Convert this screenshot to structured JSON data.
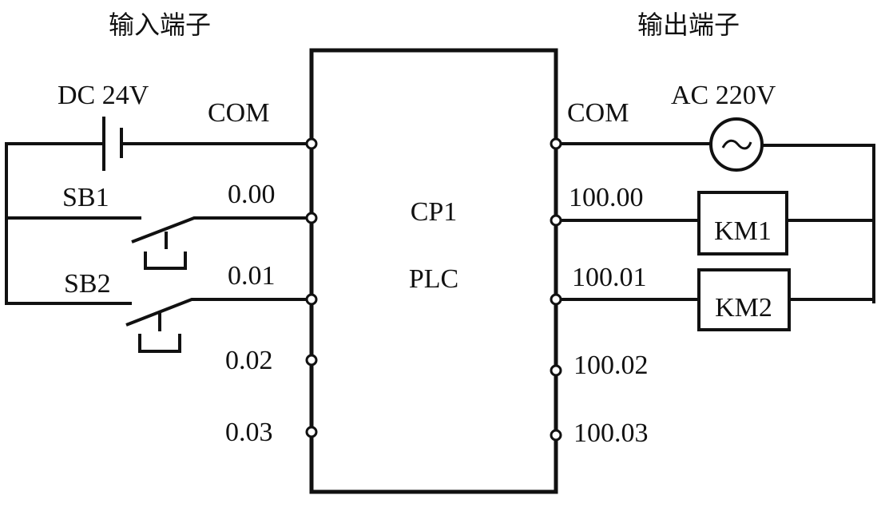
{
  "input_title": "输入端子",
  "output_title": "输出端子",
  "power_dc": "DC 24V",
  "power_ac": "AC 220V",
  "plc": {
    "line1": "CP1",
    "line2": "PLC"
  },
  "inputs": {
    "com": "COM",
    "t0": "0.00",
    "t1": "0.01",
    "t2": "0.02",
    "t3": "0.03"
  },
  "outputs": {
    "com": "COM",
    "t0": "100.00",
    "t1": "100.01",
    "t2": "100.02",
    "t3": "100.03"
  },
  "switches": {
    "sb1": "SB1",
    "sb2": "SB2"
  },
  "coils": {
    "km1": "KM1",
    "km2": "KM2"
  }
}
